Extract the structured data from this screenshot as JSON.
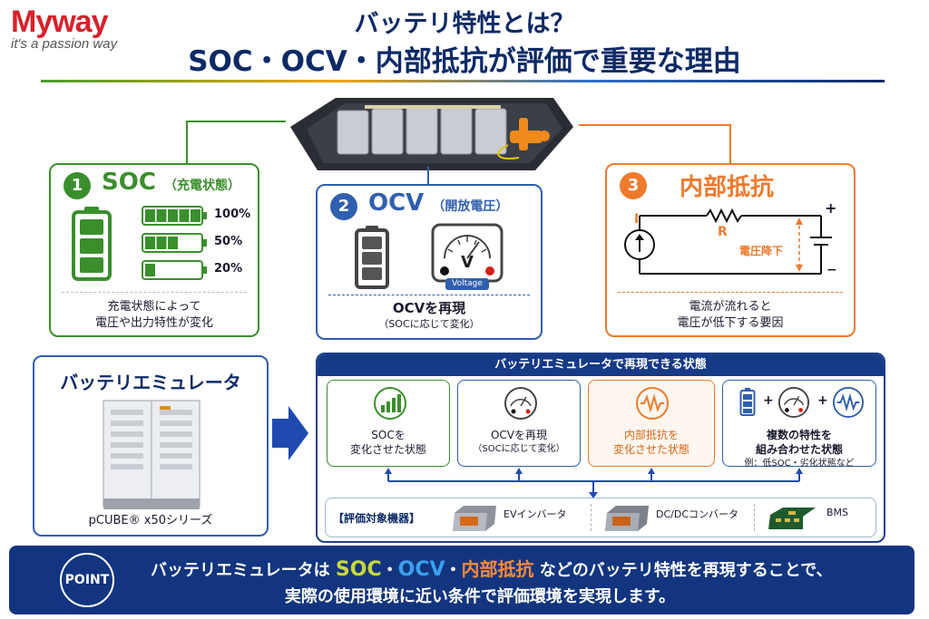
{
  "brand": {
    "name": "Myway",
    "tagline": "it's a passion way"
  },
  "title": {
    "line1": "バッテリ特性とは？",
    "line2": "SOC・OCV・内部抵抗が評価で重要な理由"
  },
  "cards": {
    "soc": {
      "number": "1",
      "heading": "SOC",
      "heading_sub": "（充電状態）",
      "levels": [
        {
          "label": "100%",
          "fraction": 1.0
        },
        {
          "label": "50%",
          "fraction": 0.5
        },
        {
          "label": "20%",
          "fraction": 0.2
        }
      ],
      "text_line1": "充電状態によって",
      "text_line2": "電圧や出力特性が変化"
    },
    "ocv": {
      "number": "2",
      "heading": "OCV",
      "heading_sub": "（開放電圧）",
      "meter_letter": "V",
      "meter_label": "Voltage",
      "text_line1": "OCVを再現",
      "text_line2": "（SOCに応じて変化）"
    },
    "ir": {
      "number": "3",
      "heading": "内部抵抗",
      "current_label": "I",
      "resistor_label": "R",
      "drop_label": "電圧降下",
      "plus": "+",
      "minus": "−",
      "text_line1": "電流が流れると",
      "text_line2": "電圧が低下する要因"
    }
  },
  "emulator": {
    "title": "バッテリエミュレータ",
    "caption": "pCUBE® x50シリーズ"
  },
  "states": {
    "header": "バッテリエミュレータで再現できる状態",
    "items": [
      {
        "line1": "SOCを",
        "line2": "変化させた状態",
        "sub": ""
      },
      {
        "line1": "OCVを再現",
        "line2": "",
        "sub": "（SOCに応じて変化）"
      },
      {
        "line1": "内部抵抗を",
        "line2": "変化させた状態",
        "sub": ""
      },
      {
        "line1": "複数の特性を",
        "line2": "組み合わせた状態",
        "sub": "例：低SOC・劣化状態など"
      }
    ],
    "combo_plus": "+",
    "target_label": "【評価対象機器】",
    "devices": [
      "EVインバータ",
      "DC/DCコンバータ",
      "BMS"
    ]
  },
  "point": {
    "badge": "POINT",
    "line1_pre": "バッテリエミュレータは",
    "hl_soc": "SOC",
    "dot1": "・",
    "hl_ocv": "OCV",
    "dot2": "・",
    "hl_ir": "内部抵抗",
    "line1_post": "などのバッテリ特性を再現することで、",
    "line2": "実際の使用環境に近い条件で評価環境を実現します。"
  },
  "colors": {
    "navy": "#0d2a66",
    "green": "#3a8f2c",
    "blue": "#2f5fb0",
    "orange": "#ef7a2c",
    "red": "#d9202a"
  }
}
